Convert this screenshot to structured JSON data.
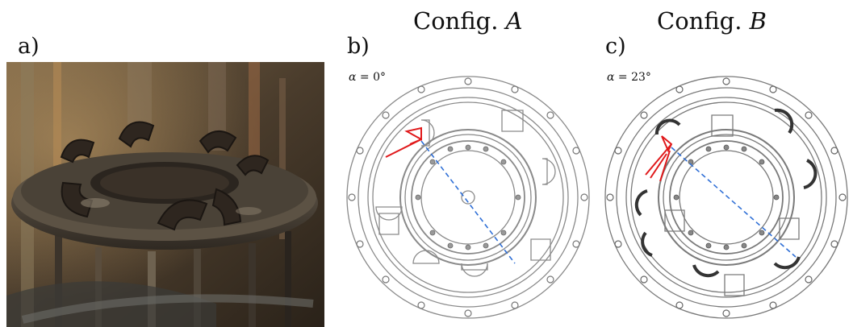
{
  "panels": {
    "a": {
      "label": "a)"
    },
    "b": {
      "label": "b)",
      "config_prefix": "Config.",
      "config_letter": "A",
      "angle_symbol": "α",
      "angle_value": "= 0°"
    },
    "c": {
      "label": "c)",
      "config_prefix": "Config.",
      "config_letter": "B",
      "angle_symbol": "α",
      "angle_value": "= 23°"
    }
  },
  "colors": {
    "drawing_line": "#8a8a8a",
    "marker_red": "#e0191b",
    "axis_blue": "#2f6fd6",
    "photo_dark": "#2a231c",
    "photo_warm": "#9a7a4a"
  },
  "icons": {
    "photo": "apparatus-photo",
    "drawing_b": "ring-drawing-config-a",
    "drawing_c": "ring-drawing-config-b"
  }
}
